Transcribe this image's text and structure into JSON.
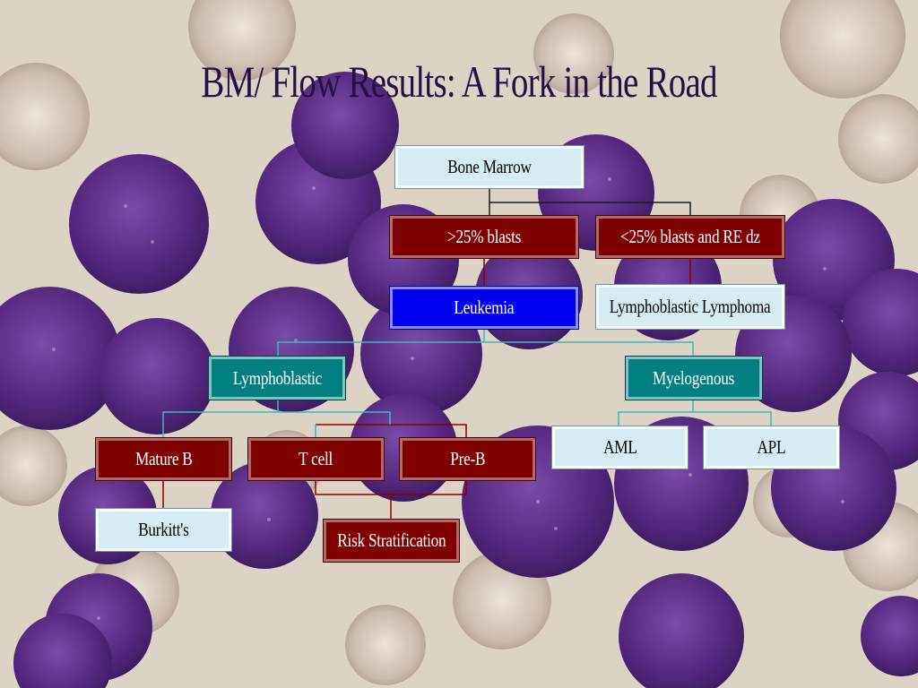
{
  "slide": {
    "title": "BM/ Flow Results: A Fork in the Road"
  },
  "nodes": {
    "bone_marrow": "Bone Marrow",
    "gt25_blasts": ">25% blasts",
    "lt25_blasts": "<25% blasts and RE dz",
    "leukemia": "Leukemia",
    "lymphoblastic_lymphoma": "Lymphoblastic Lymphoma",
    "lymphoblastic": "Lymphoblastic",
    "myelogenous": "Myelogenous",
    "mature_b": "Mature B",
    "t_cell": "T cell",
    "pre_b": "Pre-B",
    "aml": "AML",
    "apl": "APL",
    "burkitts": "Burkitt's",
    "risk_stratification": "Risk Stratification"
  },
  "colors": {
    "title": "#241045",
    "light_box": "#d6ecf2",
    "dark_red_box": "#7f0000",
    "blue_box": "#0000f0",
    "teal_box": "#007f80",
    "background_cells": "#5a2d85",
    "background": "#ddd3c4"
  }
}
